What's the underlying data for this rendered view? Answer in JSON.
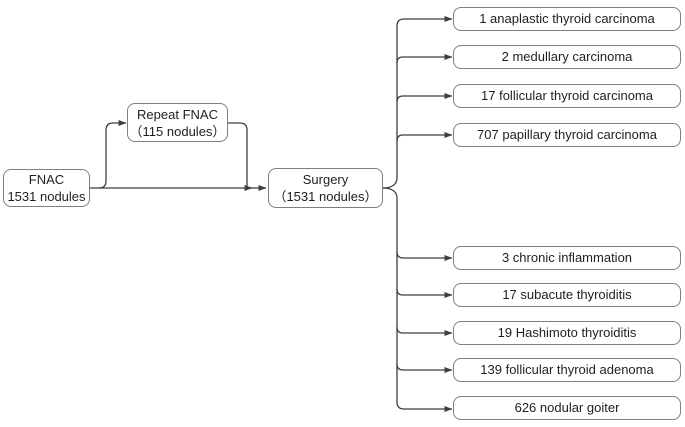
{
  "diagram": {
    "fnac": {
      "line1": "FNAC",
      "line2": "1531 nodules"
    },
    "repeat_fnac": {
      "line1": "Repeat FNAC",
      "line2": "（115 nodules）"
    },
    "surgery": {
      "line1": "Surgery",
      "line2": "（1531 nodules）"
    },
    "outcomes": [
      {
        "label": "1 anaplastic thyroid carcinoma"
      },
      {
        "label": "2 medullary carcinoma"
      },
      {
        "label": "17 follicular thyroid carcinoma"
      },
      {
        "label": "707 papillary thyroid carcinoma"
      },
      {
        "label": "3 chronic inflammation"
      },
      {
        "label": "17 subacute thyroiditis"
      },
      {
        "label": "19 Hashimoto thyroiditis"
      },
      {
        "label": "139 follicular thyroid adenoma"
      },
      {
        "label": "626 nodular goiter"
      }
    ],
    "colors": {
      "background": "#ffffff",
      "box_border": "#7f7f7f",
      "connector_line": "#3f3f3f",
      "text": "#1f1f1f"
    }
  }
}
